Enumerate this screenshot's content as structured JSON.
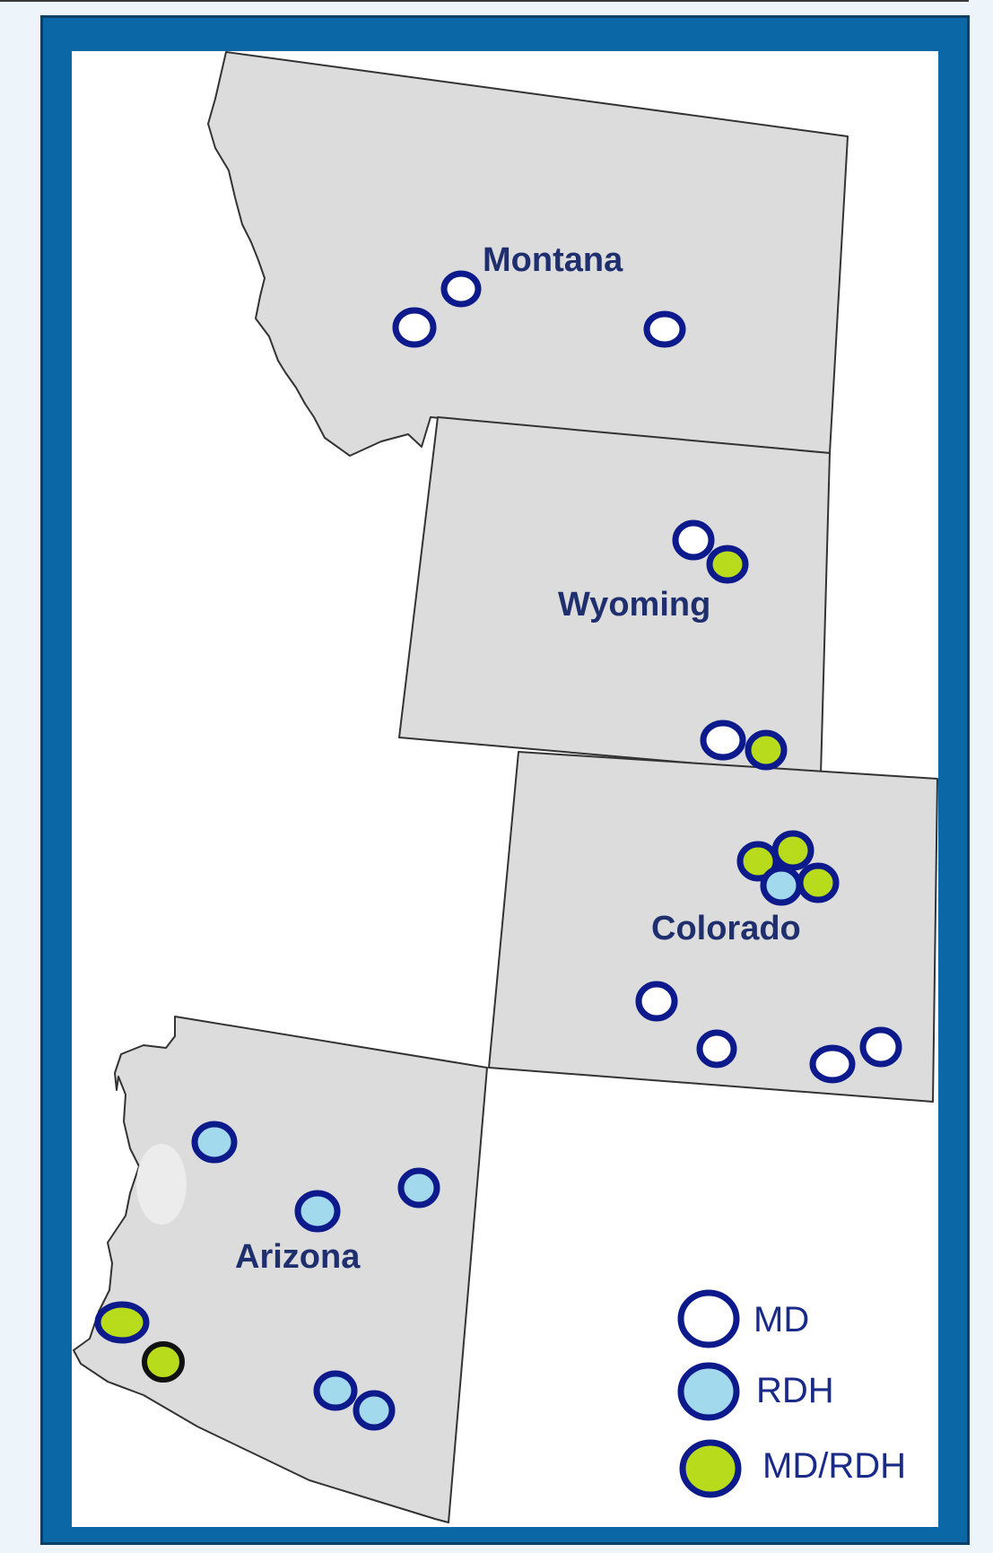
{
  "colors": {
    "frame": "#0b67a6",
    "state_fill": "#dcdcdc",
    "marker_stroke": "#0d1a8c",
    "md": "#ffffff",
    "rdh": "#a3d9ec",
    "md_rdh": "#b8dc1c",
    "label": "#1f2f6e"
  },
  "states": {
    "montana": "Montana",
    "wyoming": "Wyoming",
    "colorado": "Colorado",
    "arizona": "Arizona"
  },
  "legend": {
    "md": "MD",
    "rdh": "RDH",
    "md_rdh": "MD/RDH"
  }
}
